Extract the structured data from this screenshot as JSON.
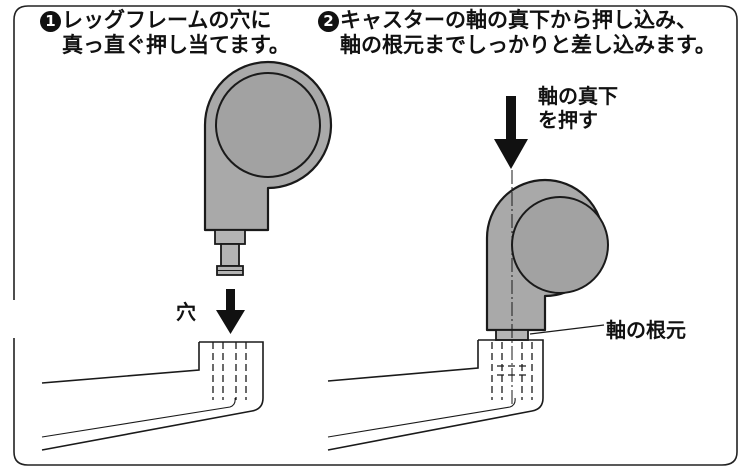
{
  "step1": {
    "number": "1",
    "line1": "レッグフレームの穴に",
    "line2": "真っ直ぐ押し当てます。"
  },
  "step2": {
    "number": "2",
    "line1": "キャスターの軸の真下から押し込み、",
    "line2": "軸の根元までしっかりと差し込みます。"
  },
  "labels": {
    "hole": "穴",
    "below_line1": "軸の真下",
    "below_line2": "を押す",
    "root": "軸の根元"
  },
  "colors": {
    "caster_fill": "#a9a9a9",
    "caster_inner": "#a2a2a2",
    "stem_fill": "#b4b4b4",
    "outline": "#1a1a1a",
    "arrow": "#111111",
    "background": "#ffffff"
  }
}
